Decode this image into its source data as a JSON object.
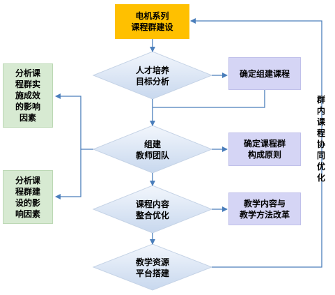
{
  "start": "电机系列\n课程群建设",
  "diamonds": [
    "人才培养\n目标分析",
    "组建\n教师团队",
    "课程内容\n整合优化",
    "教学资源\n平台搭建"
  ],
  "right_boxes": [
    "确定组建课程",
    "确定课程群\n构成原则",
    "教学内容与\n教学方法改革"
  ],
  "left_boxes": [
    "分析课\n程群实\n施成效\n的影响\n因素",
    "分析课\n程群建\n设的影\n响因素"
  ],
  "feedback_label": "群内课程协同优化",
  "colors": {
    "start_fill": "#ffc000",
    "box_fill": "#d5d5f5",
    "left_fill": "#d7ead2",
    "diamond_fill": "#dbe7f6",
    "line": "#4a7ebb"
  }
}
